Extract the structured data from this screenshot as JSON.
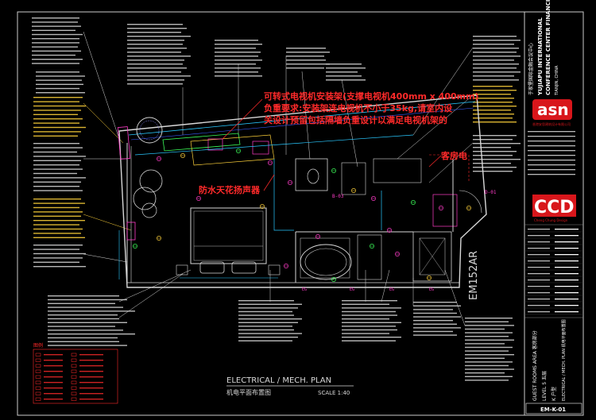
{
  "drawing": {
    "title": "ELECTRICAL / MECH. PLAN",
    "title_cn": "机电平面布置图",
    "scale": "SCALE 1:40",
    "room_number": "EM152AR"
  },
  "annotations_cn": {
    "tv_line1": "可转式电视机安装架(支撑电视机400mm x 400mm)",
    "tv_line2": "负重要求:安装架连电视机不小于35kg,请室内设",
    "tv_line3": "关设计预留包括隔墙负重设计以满足电视机架的",
    "ceiling_speaker": "防水天花扬声器",
    "guest_room": "客房电"
  },
  "tags": {
    "b03": "B-03",
    "d01": "D-01",
    "eg1": "EG",
    "eg2": "EG",
    "eg3": "EG",
    "eg4": "EG"
  },
  "legend": {
    "title": "图例"
  },
  "title_block": {
    "project_cn": "于家堡国际金融会议中心",
    "project_en1": "YUJIAPU INTERNATIONAL",
    "project_en2": "CONFERENCE CENTER FINANCIAL",
    "project_en3": "TIANJIN, CHINA",
    "asn_logo": "asn",
    "asn_sub": "香港安思建筑设计有限公司",
    "ccd_logo": "CCD",
    "ccd_sub": "Cheng Chung Design",
    "area": "GUEST ROOMS AREA  客房部分",
    "level": "LEVEL 5  五层",
    "type": "K  户型",
    "sheet_title": "ELECTRICAL / MECH. PLAN  机电平面布置图",
    "sheet_no": "EM-K-01"
  },
  "colors": {
    "background": "#000000",
    "wall": "#d8d8d8",
    "cyan": "#29c8ff",
    "magenta": "#ff3cc8",
    "yellow": "#ffd23a",
    "green": "#3cff5a",
    "red": "#ff2a2a",
    "blue": "#3a5cff"
  }
}
